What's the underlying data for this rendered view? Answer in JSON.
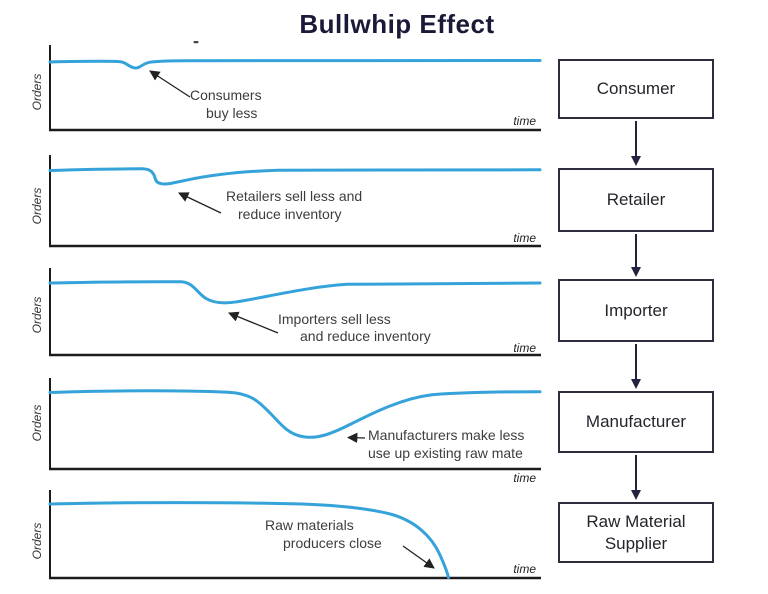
{
  "title": "Bullwhip Effect",
  "charts": [
    {
      "y_axis_label": "Orders",
      "x_axis_label": "time",
      "annotation": {
        "line1": "Consumers",
        "line2": "buy less"
      }
    },
    {
      "y_axis_label": "Orders",
      "x_axis_label": "time",
      "annotation": {
        "line1": "Retailers sell less and",
        "line2": "reduce inventory"
      }
    },
    {
      "y_axis_label": "Orders",
      "x_axis_label": "time",
      "annotation": {
        "line1": "Importers sell less",
        "line2": "and reduce inventory"
      }
    },
    {
      "y_axis_label": "Orders",
      "x_axis_label": "time",
      "annotation": {
        "line1": "Manufacturers make less",
        "line2": "use up existing raw mate"
      }
    },
    {
      "y_axis_label": "Orders",
      "x_axis_label": "time",
      "annotation": {
        "line1": "Raw materials",
        "line2": "producers close"
      }
    }
  ],
  "chart_data": [
    {
      "type": "line",
      "title": "Consumer orders",
      "xlabel": "time",
      "ylabel": "Orders",
      "annotation": "Consumers buy less",
      "series": [
        {
          "name": "Orders",
          "points": [
            [
              0,
              80
            ],
            [
              14,
              80
            ],
            [
              17,
              73
            ],
            [
              20,
              78
            ],
            [
              25,
              80
            ],
            [
              100,
              80
            ]
          ]
        }
      ]
    },
    {
      "type": "line",
      "title": "Retailer orders",
      "xlabel": "time",
      "ylabel": "Orders",
      "annotation": "Retailers sell less and reduce inventory",
      "series": [
        {
          "name": "Orders",
          "points": [
            [
              0,
              80
            ],
            [
              18,
              80
            ],
            [
              21,
              65
            ],
            [
              27,
              68
            ],
            [
              45,
              78
            ],
            [
              55,
              80
            ],
            [
              100,
              80
            ]
          ]
        }
      ]
    },
    {
      "type": "line",
      "title": "Importer orders",
      "xlabel": "time",
      "ylabel": "Orders",
      "annotation": "Importers sell less and reduce inventory",
      "series": [
        {
          "name": "Orders",
          "points": [
            [
              0,
              80
            ],
            [
              27,
              80
            ],
            [
              32,
              58
            ],
            [
              38,
              55
            ],
            [
              50,
              68
            ],
            [
              60,
              78
            ],
            [
              65,
              80
            ],
            [
              100,
              80
            ]
          ]
        }
      ]
    },
    {
      "type": "line",
      "title": "Manufacturer orders",
      "xlabel": "time",
      "ylabel": "Orders",
      "annotation": "Manufacturers make less, use up existing raw materials",
      "series": [
        {
          "name": "Orders",
          "points": [
            [
              0,
              82
            ],
            [
              36,
              81
            ],
            [
              44,
              55
            ],
            [
              51,
              32
            ],
            [
              55,
              30
            ],
            [
              62,
              40
            ],
            [
              70,
              62
            ],
            [
              78,
              78
            ],
            [
              85,
              82
            ],
            [
              100,
              82
            ]
          ]
        }
      ]
    },
    {
      "type": "line",
      "title": "Raw material supplier orders",
      "xlabel": "time",
      "ylabel": "Orders",
      "annotation": "Raw materials producers close",
      "series": [
        {
          "name": "Orders",
          "points": [
            [
              0,
              84
            ],
            [
              50,
              83
            ],
            [
              62,
              78
            ],
            [
              70,
              68
            ],
            [
              76,
              45
            ],
            [
              80,
              18
            ],
            [
              81,
              0
            ]
          ]
        }
      ]
    }
  ],
  "flowchart": {
    "nodes": [
      "Consumer",
      "Retailer",
      "Importer",
      "Manufacturer",
      "Raw Material Supplier"
    ]
  },
  "colors": {
    "curve": "#35a2d9",
    "axis": "#1b1b1b",
    "title_text": "#1a1a38",
    "node_border": "#2d2d3d",
    "node_text": "#24242c",
    "annotation_text": "#3d3d3d",
    "annotation_arrow": "#222222",
    "flow_arrow": "#23233f"
  }
}
